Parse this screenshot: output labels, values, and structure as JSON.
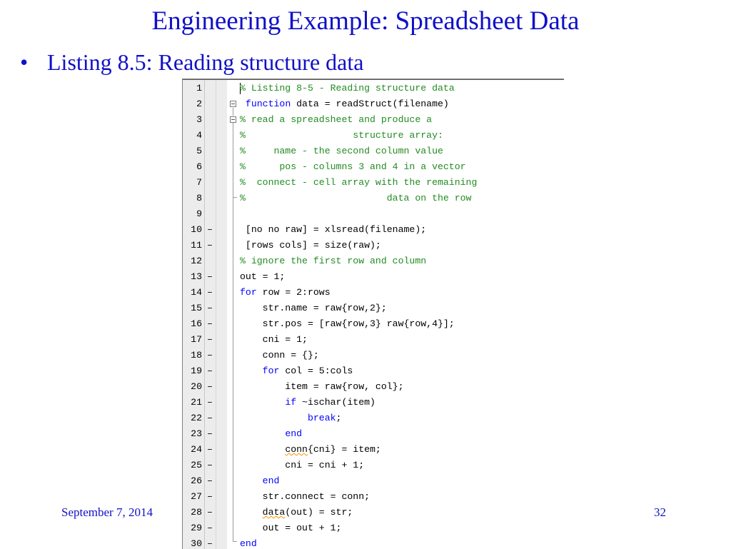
{
  "slide": {
    "title": "Engineering Example: Spreadsheet Data",
    "bullet_marker": "•",
    "bullet": "Listing 8.5: Reading structure data",
    "footer_date": "September 7, 2014",
    "page_number": "32"
  },
  "colors": {
    "title_text": "#1010c8",
    "keyword": "#0000ff",
    "comment": "#228b22",
    "gutter_bg": "#ececec"
  },
  "editor": {
    "lines": [
      {
        "n": "1",
        "dash": "",
        "parts": [
          [
            "c",
            "% Listing 8-5 - Reading structure data"
          ]
        ]
      },
      {
        "n": "2",
        "dash": "",
        "parts": [
          [
            "t",
            " "
          ],
          [
            "k",
            "function"
          ],
          [
            "t",
            " data = readStruct(filename)"
          ]
        ]
      },
      {
        "n": "3",
        "dash": "",
        "parts": [
          [
            "c",
            "% read a spreadsheet and produce a"
          ]
        ]
      },
      {
        "n": "4",
        "dash": "",
        "parts": [
          [
            "c",
            "%                   structure array:"
          ]
        ]
      },
      {
        "n": "5",
        "dash": "",
        "parts": [
          [
            "c",
            "%     name - the second column value"
          ]
        ]
      },
      {
        "n": "6",
        "dash": "",
        "parts": [
          [
            "c",
            "%      pos - columns 3 and 4 in a vector"
          ]
        ]
      },
      {
        "n": "7",
        "dash": "",
        "parts": [
          [
            "c",
            "%  connect - cell array with the remaining"
          ]
        ]
      },
      {
        "n": "8",
        "dash": "",
        "parts": [
          [
            "c",
            "%                         data on the row"
          ]
        ]
      },
      {
        "n": "9",
        "dash": "",
        "parts": []
      },
      {
        "n": "10",
        "dash": "–",
        "parts": [
          [
            "t",
            " [no no raw] = xlsread(filename);"
          ]
        ]
      },
      {
        "n": "11",
        "dash": "–",
        "parts": [
          [
            "t",
            " [rows cols] = size(raw);"
          ]
        ]
      },
      {
        "n": "12",
        "dash": "",
        "parts": [
          [
            "c",
            "% ignore the first row and column"
          ]
        ]
      },
      {
        "n": "13",
        "dash": "–",
        "parts": [
          [
            "t",
            "out = 1;"
          ]
        ]
      },
      {
        "n": "14",
        "dash": "–",
        "parts": [
          [
            "k",
            "for"
          ],
          [
            "t",
            " row = 2:rows"
          ]
        ]
      },
      {
        "n": "15",
        "dash": "–",
        "parts": [
          [
            "t",
            "    str.name = raw{row,2};"
          ]
        ]
      },
      {
        "n": "16",
        "dash": "–",
        "parts": [
          [
            "t",
            "    str.pos = [raw{row,3} raw{row,4}];"
          ]
        ]
      },
      {
        "n": "17",
        "dash": "–",
        "parts": [
          [
            "t",
            "    cni = 1;"
          ]
        ]
      },
      {
        "n": "18",
        "dash": "–",
        "parts": [
          [
            "t",
            "    conn = {};"
          ]
        ]
      },
      {
        "n": "19",
        "dash": "–",
        "parts": [
          [
            "t",
            "    "
          ],
          [
            "k",
            "for"
          ],
          [
            "t",
            " col = 5:cols"
          ]
        ]
      },
      {
        "n": "20",
        "dash": "–",
        "parts": [
          [
            "t",
            "        item = raw{row, col};"
          ]
        ]
      },
      {
        "n": "21",
        "dash": "–",
        "parts": [
          [
            "t",
            "        "
          ],
          [
            "k",
            "if"
          ],
          [
            "t",
            " ~ischar(item)"
          ]
        ]
      },
      {
        "n": "22",
        "dash": "–",
        "parts": [
          [
            "t",
            "            "
          ],
          [
            "k",
            "break"
          ],
          [
            "t",
            ";"
          ]
        ]
      },
      {
        "n": "23",
        "dash": "–",
        "parts": [
          [
            "t",
            "        "
          ],
          [
            "k",
            "end"
          ]
        ]
      },
      {
        "n": "24",
        "dash": "–",
        "parts": [
          [
            "t",
            "        "
          ],
          [
            "s",
            "conn"
          ],
          [
            "t",
            "{cni} = item;"
          ]
        ]
      },
      {
        "n": "25",
        "dash": "–",
        "parts": [
          [
            "t",
            "        cni = cni + 1;"
          ]
        ]
      },
      {
        "n": "26",
        "dash": "–",
        "parts": [
          [
            "t",
            "    "
          ],
          [
            "k",
            "end"
          ]
        ]
      },
      {
        "n": "27",
        "dash": "–",
        "parts": [
          [
            "t",
            "    str.connect = conn;"
          ]
        ]
      },
      {
        "n": "28",
        "dash": "–",
        "parts": [
          [
            "t",
            "    "
          ],
          [
            "s",
            "data"
          ],
          [
            "t",
            "(out) = str;"
          ]
        ]
      },
      {
        "n": "29",
        "dash": "–",
        "parts": [
          [
            "t",
            "    out = out + 1;"
          ]
        ]
      },
      {
        "n": "30",
        "dash": "–",
        "parts": [
          [
            "k",
            "end"
          ]
        ]
      }
    ]
  }
}
